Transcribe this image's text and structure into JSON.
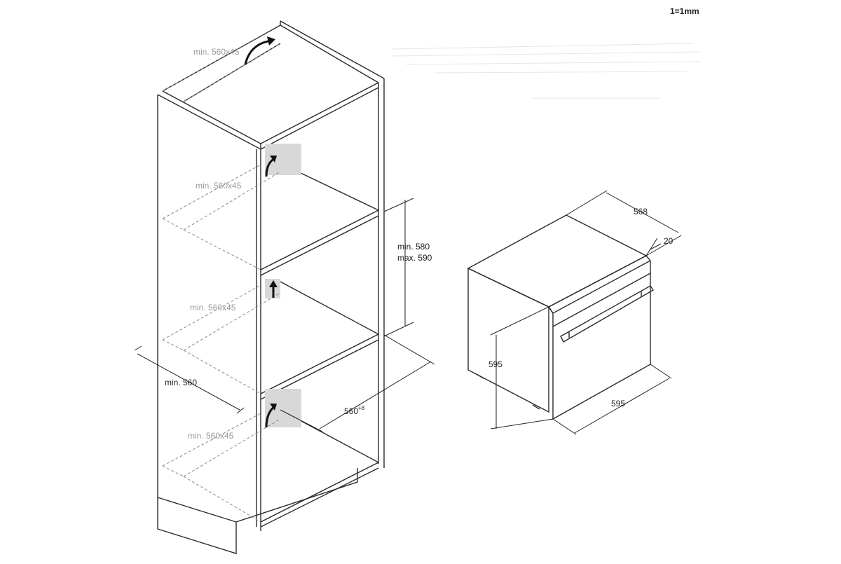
{
  "scale_label": "1=1mm",
  "cabinet": {
    "vent_labels": [
      "min. 560x45",
      "min. 560x45",
      "min. 560x45",
      "min. 560x45"
    ],
    "width_label": "min. 560",
    "niche_height_label_1": "min. 580",
    "niche_height_label_2": "max. 590",
    "depth_label": "560",
    "depth_tolerance": "+8"
  },
  "oven": {
    "depth_label": "568",
    "door_thickness_label": "20",
    "height_label": "595",
    "width_label": "595"
  },
  "colors": {
    "line": "#2a2a2a",
    "gray_text": "#9a9a9a",
    "shade": "#d8d8d8"
  }
}
